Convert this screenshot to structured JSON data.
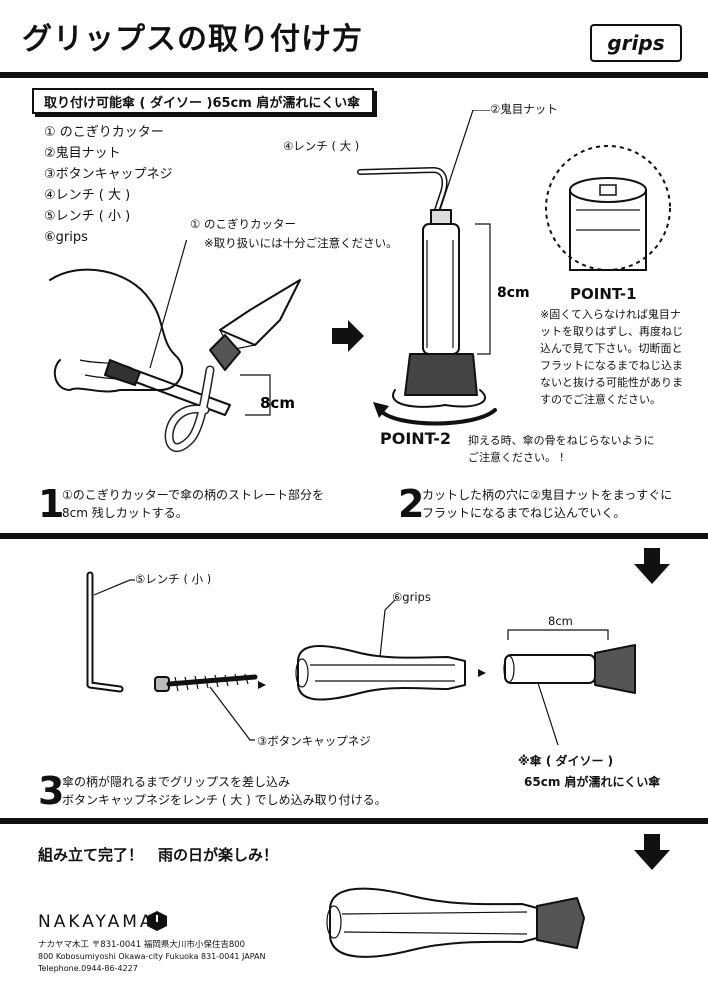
{
  "header": {
    "title": "グリップスの取り付け方",
    "logo_text": "grips"
  },
  "compat_label": "取り付け可能傘 ( ダイソー )65cm 肩が濡れにくい傘",
  "parts": [
    "① のこぎりカッター",
    "②鬼目ナット",
    "③ボタンキャップネジ",
    "④レンチ ( 大 )",
    "⑤レンチ ( 小 )",
    "⑥grips"
  ],
  "figure1": {
    "callout_title": "① のこぎりカッター",
    "callout_note": "※取り扱いには十分ご注意ください。",
    "measure": "8cm"
  },
  "figure2": {
    "wrench_label": "④レンチ ( 大 )",
    "nut_label": "②鬼目ナット",
    "measure": "8cm",
    "point1_title": "POINT-1",
    "point1_lines": [
      "※固くて入らなければ鬼目ナ",
      "ットを取りはずし、再度ねじ",
      "込んで見て下さい。切断面と",
      "フラットになるまでねじ込ま",
      "ないと抜ける可能性がありま",
      "すのでご注意ください。"
    ],
    "point2_title": "POINT-2",
    "point2_lines": [
      "抑える時、傘の骨をねじらないように",
      "ご注意ください。 !"
    ]
  },
  "steps": [
    {
      "number": "1",
      "lines": [
        "①のこぎりカッターで傘の柄のストレート部分を",
        "8cm 残しカットする。"
      ]
    },
    {
      "number": "2",
      "lines": [
        "カットした柄の穴に②鬼目ナットをまっすぐに",
        "フラットになるまでねじ込んでいく。"
      ]
    },
    {
      "number": "3",
      "lines": [
        "傘の柄が隠れるまでグリップスを差し込み",
        "ボタンキャップネジをレンチ ( 大 ) でしめ込み取り付ける。"
      ]
    }
  ],
  "figure3": {
    "wrench_label": "⑤レンチ ( 小 )",
    "grips_label": "⑥grips",
    "screw_label": "③ボタンキャップネジ",
    "measure": "8cm",
    "umbrella_note_1": "※傘 ( ダイソー )",
    "umbrella_note_2": "65cm 肩が濡れにくい傘"
  },
  "complete_text": "組み立て完了！　雨の日が楽しみ！",
  "footer": {
    "brand": "NAKAYAMA",
    "address_jp": "ナカヤマ木工 〒831-0041 福岡県大川市小保住吉800",
    "address_en": "800 Kobosumiyoshi Okawa-city Fukuoka 831-0041 JAPAN",
    "telephone": "Telephone.0944-86-4227"
  }
}
